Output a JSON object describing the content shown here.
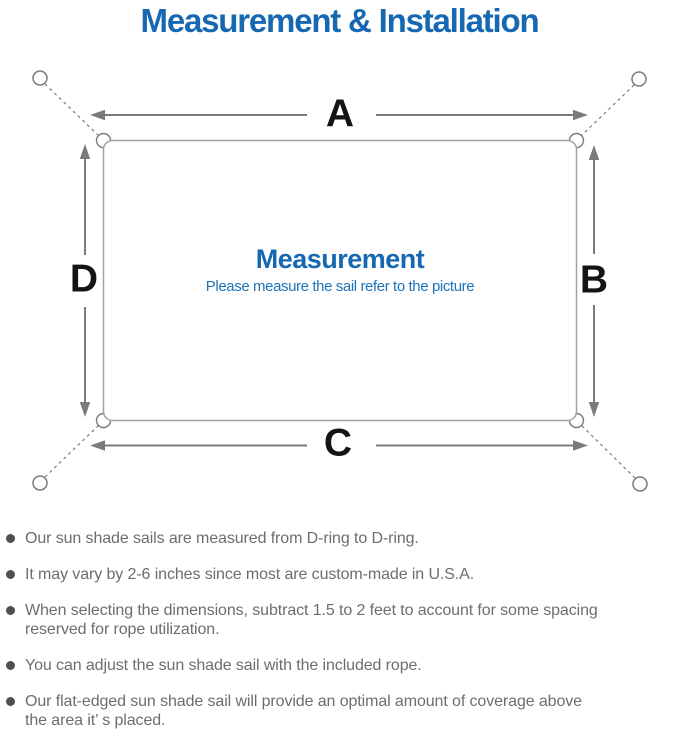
{
  "title": "Measurement & Installation",
  "diagram": {
    "heading": "Measurement",
    "subheading": "Please measure the sail refer to the picture",
    "labels": {
      "top": "A",
      "right": "B",
      "bottom": "C",
      "left": "D"
    }
  },
  "colors": {
    "accent_blue": "#1668b3",
    "subtitle_blue": "#1f73b7",
    "text_gray": "#6d6d6d",
    "line_gray": "#7b7b7b",
    "border_gray": "#a3a3a3",
    "label_black": "#141414",
    "dot_gray": "#4f4f4f"
  },
  "bullets": [
    {
      "lines": [
        "Our sun shade sails are measured from D-ring to D-ring."
      ]
    },
    {
      "lines": [
        "It may vary by 2-6 inches since most are custom-made in U.S.A."
      ]
    },
    {
      "lines": [
        "When selecting the dimensions, subtract 1.5 to 2 feet to account for some spacing",
        "reserved for rope utilization."
      ]
    },
    {
      "lines": [
        "You can adjust the sun shade sail with the included rope."
      ]
    },
    {
      "lines": [
        "Our flat-edged sun shade sail will provide an optimal amount of coverage above",
        "the area it’ s placed."
      ]
    }
  ]
}
